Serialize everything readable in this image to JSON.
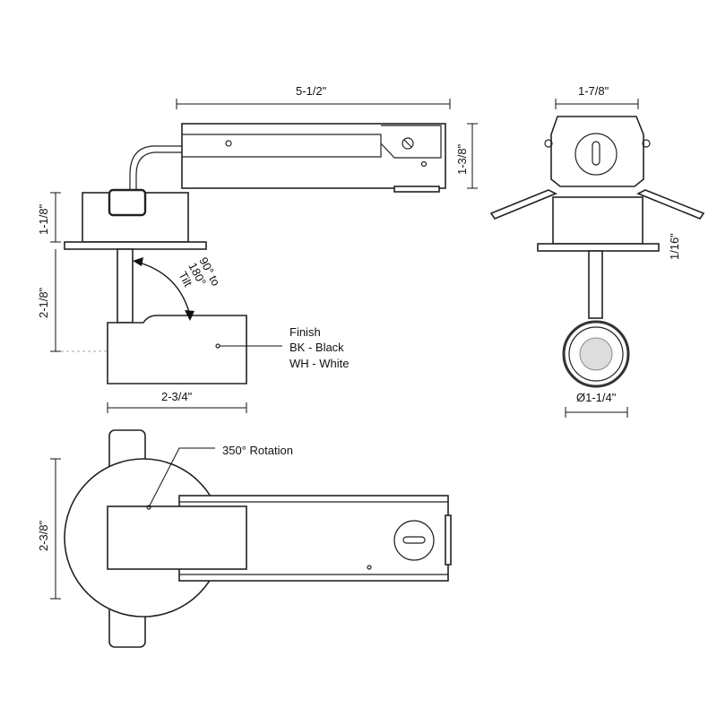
{
  "dimensions": {
    "length": "5-1/2\"",
    "housing_height": "1-3/8\"",
    "front_width": "1-7/8\"",
    "jbox_height": "1-1/8\"",
    "stem_height": "2-1/8\"",
    "lamp_width": "2-3/4\"",
    "flange_thickness": "1/16\"",
    "lamp_diameter": "Ø1-1/4\"",
    "top_width": "2-3/8\""
  },
  "tilt": {
    "line1": "90° to",
    "line2": "180°",
    "line3": "Tilt"
  },
  "finish": {
    "title": "Finish",
    "options": [
      "BK - Black",
      "WH - White"
    ]
  },
  "rotation_label": "350° Rotation"
}
